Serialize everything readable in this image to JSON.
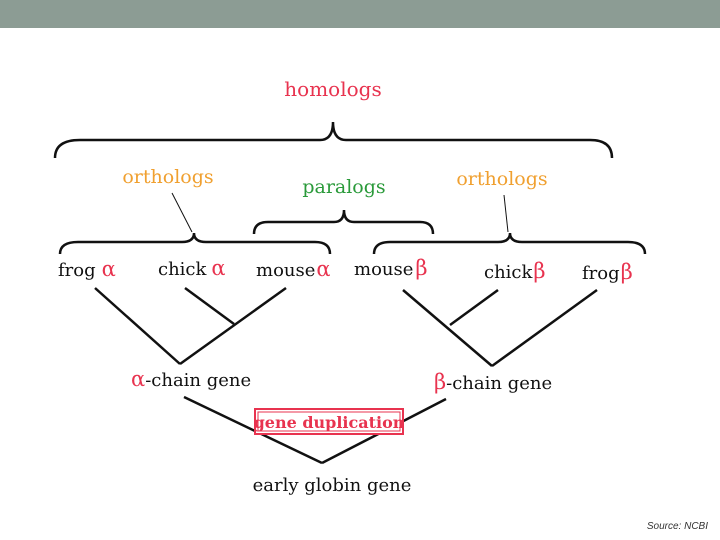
{
  "colors": {
    "top_bar": "#8c9c94",
    "homologs": "#e8334f",
    "orthologs": "#f0a030",
    "paralogs": "#2a9a3a",
    "greek": "#e8334f",
    "ink": "#111111"
  },
  "labels": {
    "homologs": "homologs",
    "orthologs_left": "orthologs",
    "orthologs_right": "orthologs",
    "paralogs": "paralogs",
    "alpha": "α",
    "beta": "β",
    "species": {
      "frog_alpha": "frog",
      "chick_alpha": "chick",
      "mouse_alpha": "mouse",
      "mouse_beta": "mouse",
      "chick_beta": "chick",
      "frog_beta": "frog"
    },
    "alpha_chain": "-chain gene",
    "beta_chain": "-chain gene",
    "gene_duplication": "gene duplication",
    "early_globin": "early globin gene"
  },
  "source": "Source: NCBI"
}
